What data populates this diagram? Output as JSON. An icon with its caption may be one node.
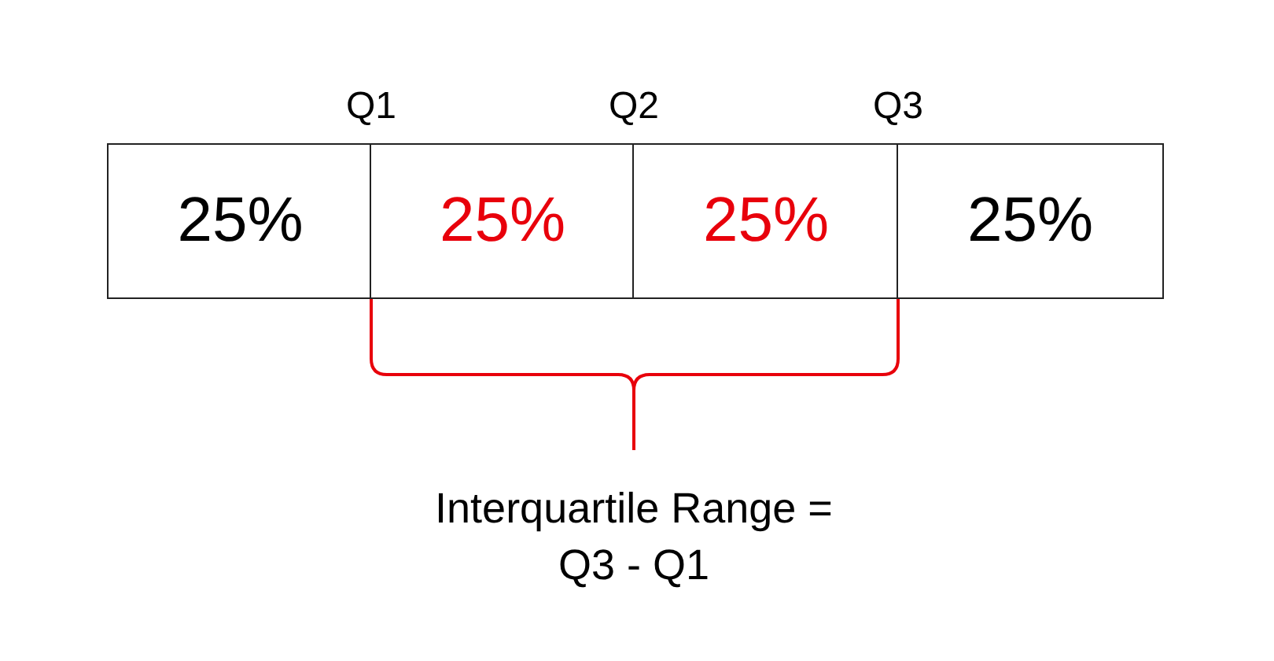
{
  "diagram": {
    "nodes": [
      {
        "text": [
          "25%"
        ]
      },
      {
        "text": [
          "25%"
        ]
      },
      {
        "text": [
          "25%"
        ]
      },
      {
        "text": [
          "25%"
        ]
      }
    ],
    "labels": [
      "Q1",
      "Q2",
      "Q3",
      "Interquartile Range = Q3 - Q1"
    ]
  }
}
